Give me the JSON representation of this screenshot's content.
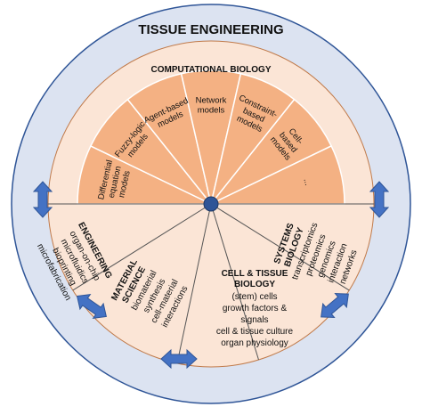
{
  "title": "TISSUE ENGINEERING",
  "computational_biology": {
    "label": "COMPUTATIONAL BIOLOGY",
    "models": [
      [
        "Differential",
        "equation",
        "models"
      ],
      [
        "Fuzzy-logic",
        "models"
      ],
      [
        "Agent-based",
        "models"
      ],
      [
        "Network",
        "models"
      ],
      [
        "Constraint-",
        "based",
        "models"
      ],
      [
        "Cell-",
        "based",
        "models"
      ],
      [
        "..."
      ]
    ]
  },
  "sectors": {
    "engineering": {
      "heading": "ENGINEERING",
      "items": [
        "organ-on-chip",
        "microfluidics",
        "bioprinting",
        "microfabrication"
      ]
    },
    "material_science": {
      "heading": [
        "MATERIAL",
        "SCIENCE"
      ],
      "items": [
        "biomaterial",
        "synthesis",
        "cell-material",
        "interactions"
      ]
    },
    "cell_tissue_biology": {
      "heading": [
        "CELL & TISSUE",
        "BIOLOGY"
      ],
      "items": [
        "(stem) cells",
        "growth factors &",
        "signals",
        "cell & tissue culture",
        "organ physiology"
      ]
    },
    "systems_biology": {
      "heading": [
        "SYSTEMS",
        "BIOLOGY"
      ],
      "items": [
        "transcriptomics",
        "proteomics",
        "genomics",
        "interaction",
        "networks"
      ]
    }
  },
  "colors": {
    "outer_ring": "#dce3f1",
    "outer_stroke": "#2f5597",
    "light_orange": "#fbe5d6",
    "mid_orange": "#f4b183",
    "arrow": "#4472c4",
    "center_dot": "#2f5597"
  },
  "icons": [
    "double-arrow-icon"
  ]
}
